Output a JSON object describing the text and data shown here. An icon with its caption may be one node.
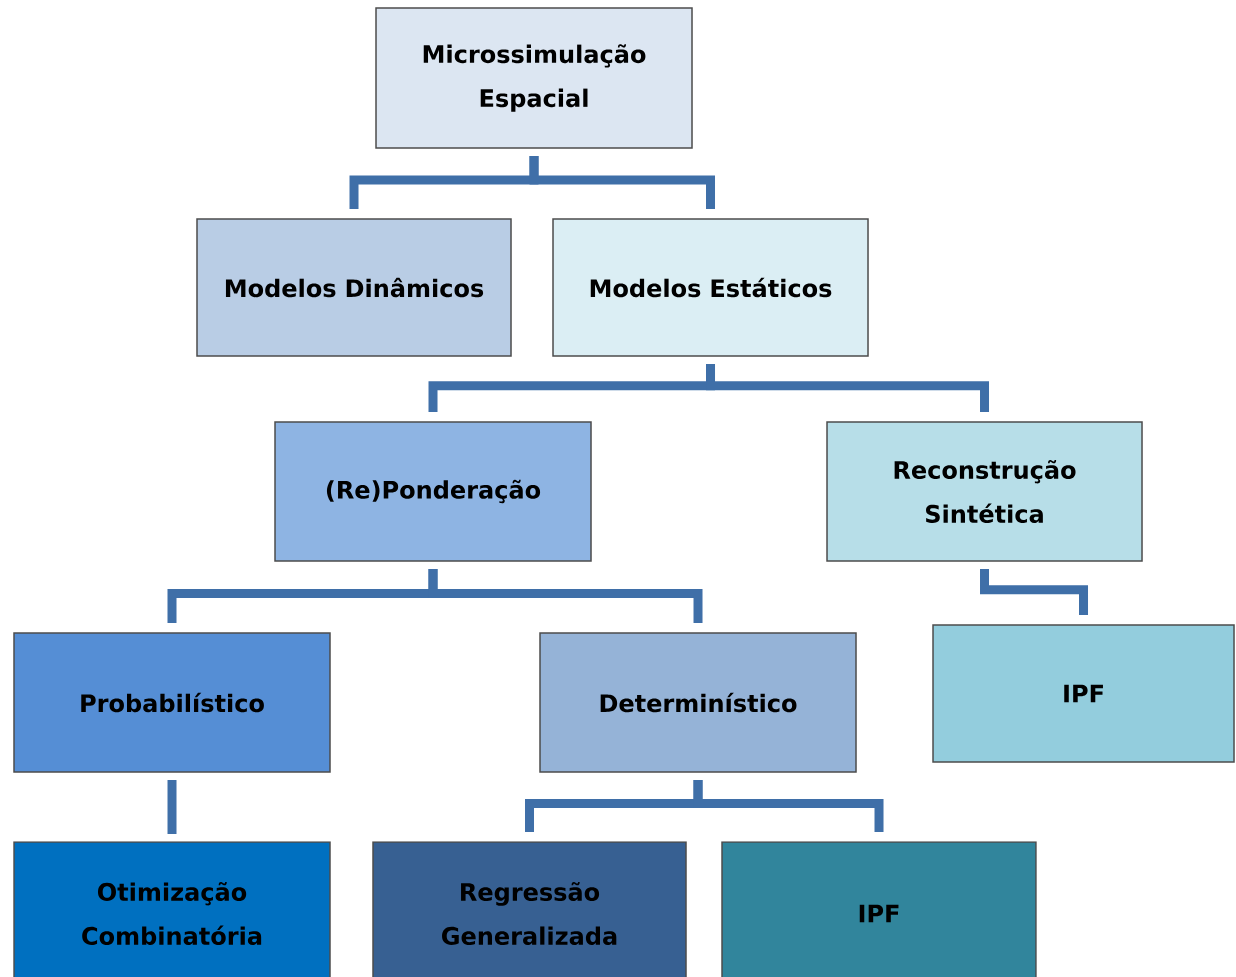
{
  "diagram": {
    "nodes": [
      {
        "text": [
          "Microssimulação Espacial"
        ]
      },
      {
        "text": [
          "Modelos Dinâmicos"
        ]
      },
      {
        "text": [
          "Modelos Estáticos"
        ]
      },
      {
        "text": [
          "(Re)Ponderação"
        ]
      },
      {
        "text": [
          "Reconstrução Sintética"
        ]
      },
      {
        "text": [
          "Probabilístico"
        ]
      },
      {
        "text": [
          "Determinístico"
        ]
      },
      {
        "text": [
          "IPF"
        ]
      },
      {
        "text": [
          "Otimização Combinatória"
        ]
      },
      {
        "text": [
          "Regressão Generalizada"
        ]
      },
      {
        "text": [
          "IPF"
        ]
      }
    ],
    "edges": [
      {
        "from": 0,
        "to": 1,
        "arrow": "none"
      },
      {
        "from": 0,
        "to": 2,
        "arrow": "none"
      },
      {
        "from": 2,
        "to": 3,
        "arrow": "none"
      },
      {
        "from": 2,
        "to": 4,
        "arrow": "none"
      },
      {
        "from": 3,
        "to": 5,
        "arrow": "none"
      },
      {
        "from": 3,
        "to": 6,
        "arrow": "none"
      },
      {
        "from": 4,
        "to": 7,
        "arrow": "none"
      },
      {
        "from": 5,
        "to": 8,
        "arrow": "none"
      },
      {
        "from": 6,
        "to": 9,
        "arrow": "none"
      },
      {
        "from": 6,
        "to": 10,
        "arrow": "none"
      }
    ]
  }
}
